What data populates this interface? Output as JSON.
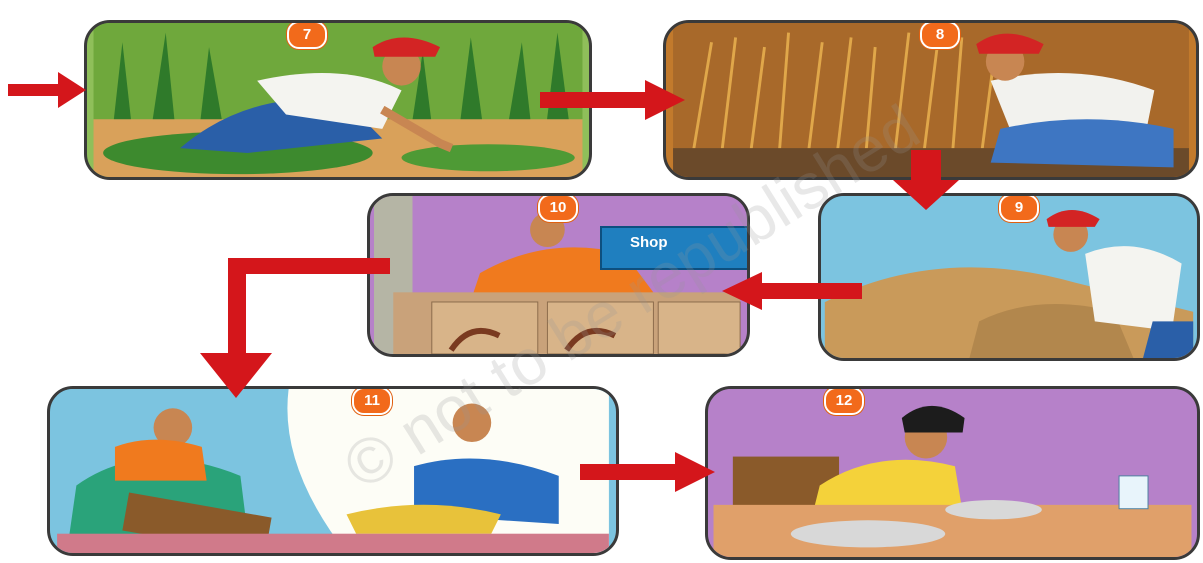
{
  "steps": [
    {
      "number": "7"
    },
    {
      "number": "8"
    },
    {
      "number": "9"
    },
    {
      "number": "10",
      "sign": "Shop"
    },
    {
      "number": "11"
    },
    {
      "number": "12"
    }
  ],
  "watermark": "© not to be republished",
  "colors": {
    "arrow": "#d4161b",
    "badge": "#f26a1b",
    "panel_border": "#3a3a3a"
  },
  "icons": [
    "arrow-right-icon",
    "arrow-down-icon",
    "arrow-left-icon",
    "arrow-elbow-icon"
  ]
}
